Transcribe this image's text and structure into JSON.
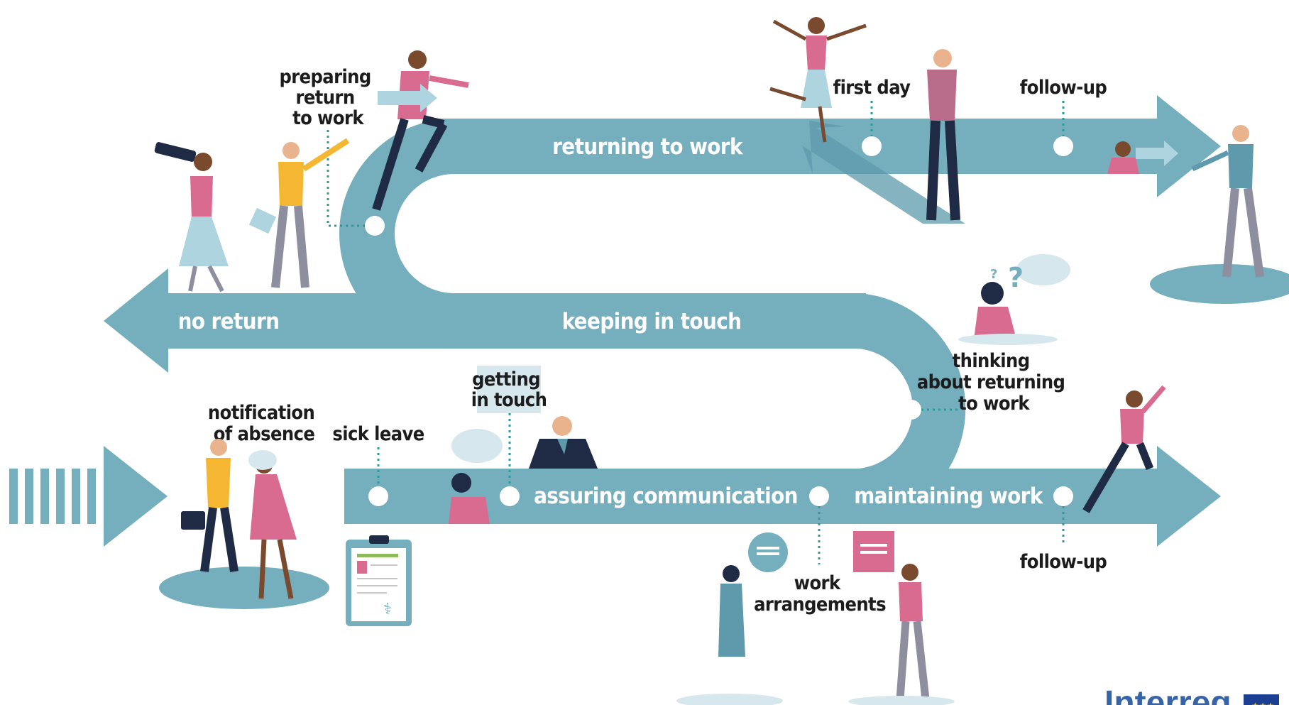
{
  "colors": {
    "path": "#75afbe",
    "path_dark": "#5e9aab",
    "pink": "#d96b91",
    "yellow": "#f5b731",
    "navy": "#1f2b45",
    "grey": "#8d8f9e",
    "light_blue": "#aed4df",
    "leader": "#2a9d9a"
  },
  "path_labels": {
    "returning": "returning to work",
    "no_return": "no return",
    "keeping": "keeping in touch",
    "assuring": "assuring communication",
    "maintaining": "maintaining work"
  },
  "milestones": {
    "preparing": [
      "preparing",
      "return",
      "to work"
    ],
    "first_day": "first day",
    "follow_up_top": "follow-up",
    "thinking": [
      "thinking",
      "about returning",
      "to work"
    ],
    "notification": [
      "notification",
      "of absence"
    ],
    "sick_leave": "sick leave",
    "getting_in_touch": [
      "getting",
      "in touch"
    ],
    "work_arrangements": [
      "work",
      "arrangements"
    ],
    "follow_up_bottom": "follow-up"
  },
  "logo_text": "Interreg"
}
